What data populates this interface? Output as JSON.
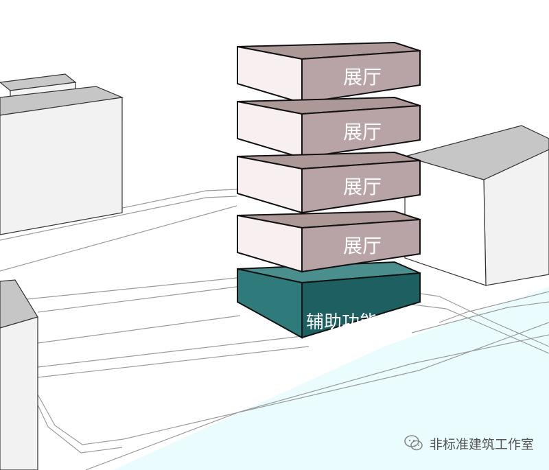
{
  "floors": [
    {
      "label": "展厅"
    },
    {
      "label": "展厅"
    },
    {
      "label": "展厅"
    },
    {
      "label": "展厅"
    }
  ],
  "base": {
    "label": "辅助功能空间"
  },
  "watermark": {
    "text": "非标准建筑工作室",
    "icon": "wechat-logo-icon"
  },
  "colors": {
    "floor_top": "#ab9897",
    "floor_front": "#f7eff0",
    "floor_side": "#b8a4a6",
    "base_top": "#4a8f8e",
    "base_front": "#1e5f62",
    "base_side": "#2f7a7a",
    "water": "#eafcfe",
    "building_side": "#c6c6c6",
    "building_face": "#f2f2f2"
  }
}
